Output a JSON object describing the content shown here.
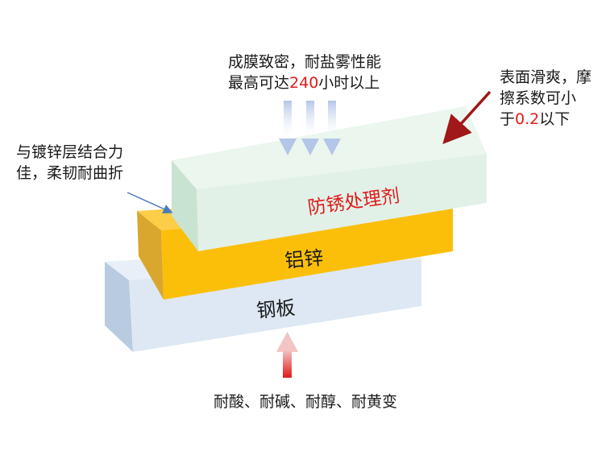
{
  "layers": {
    "coating_label": "防锈处理剂",
    "alzn_label": "铝锌",
    "steel_label": "钢板"
  },
  "callouts": {
    "top": {
      "line1": "成膜致密，耐盐雾性能",
      "line2_prefix": "最高可达",
      "line2_value": "240",
      "line2_suffix": "小时以上"
    },
    "right": {
      "line1": "表面滑爽，摩",
      "line2": "擦系数可小",
      "line3_prefix": "于",
      "line3_value": "0.2",
      "line3_suffix": "以下"
    },
    "left": {
      "line1": "与镀锌层结合力",
      "line2": "佳，柔韧耐曲折"
    },
    "bottom": "耐酸、耐碱、耐醇、耐黄变"
  },
  "colors": {
    "coating_front": "#e2f1e8",
    "coating_side": "#c9e3d3",
    "alzn_front": "#fbbf0a",
    "alzn_side": "#d9a72e",
    "steel_front": "#dde8f4",
    "steel_side": "#b8cbe0",
    "highlight_red": "#e01b1b",
    "arrow_dark_red": "#a01818",
    "arrow_blue": "#4a7bc0"
  }
}
